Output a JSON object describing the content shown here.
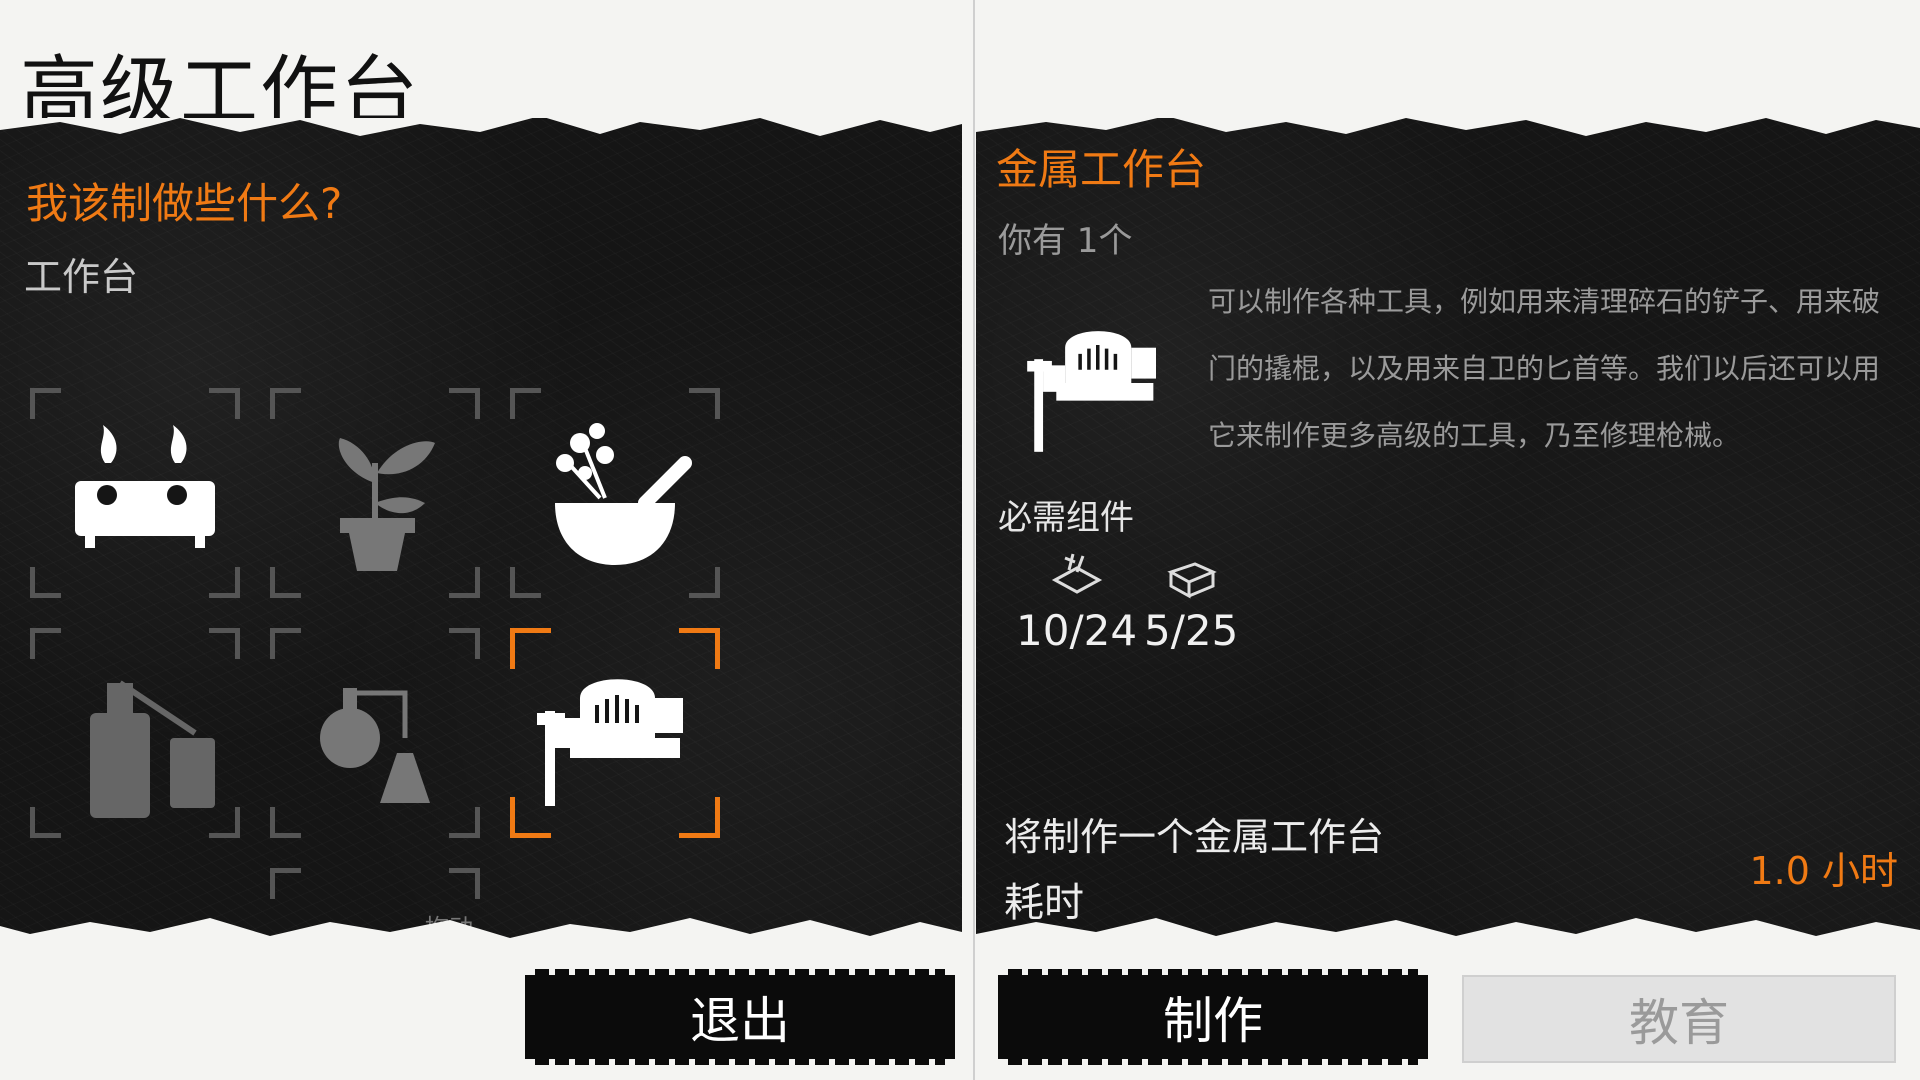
{
  "title": "高级工作台",
  "left": {
    "question": "我该制做些什么?",
    "category": "工作台",
    "slots": [
      {
        "name": "gas-stove-icon",
        "selected": false
      },
      {
        "name": "potted-plant-icon",
        "selected": false
      },
      {
        "name": "herbs-mortar-icon",
        "selected": false
      },
      {
        "name": "distiller-icon",
        "selected": false
      },
      {
        "name": "chemistry-flask-icon",
        "selected": false
      },
      {
        "name": "metal-vise-icon",
        "selected": true
      }
    ],
    "drag_hint": "拖动"
  },
  "right": {
    "item_name": "金属工作台",
    "owned": "你有 1个",
    "description": "可以制作各种工具，例如用来清理碎石的铲子、用来破门的撬棍，以及用来自卫的匕首等。我们以后还可以用它来制作更多高级的工具，乃至修理枪械。",
    "required_label": "必需组件",
    "components": [
      {
        "icon": "components-icon",
        "count": "10/24"
      },
      {
        "icon": "wood-block-icon",
        "count": "5/25"
      }
    ],
    "will_make": "将制作一个金属工作台",
    "time_label": "耗时",
    "time_value": "1.0 小时"
  },
  "buttons": {
    "exit": "退出",
    "craft": "制作",
    "educate": "教育"
  },
  "colors": {
    "accent": "#f07a14",
    "panel": "#151515",
    "paper": "#f4f4f2"
  }
}
